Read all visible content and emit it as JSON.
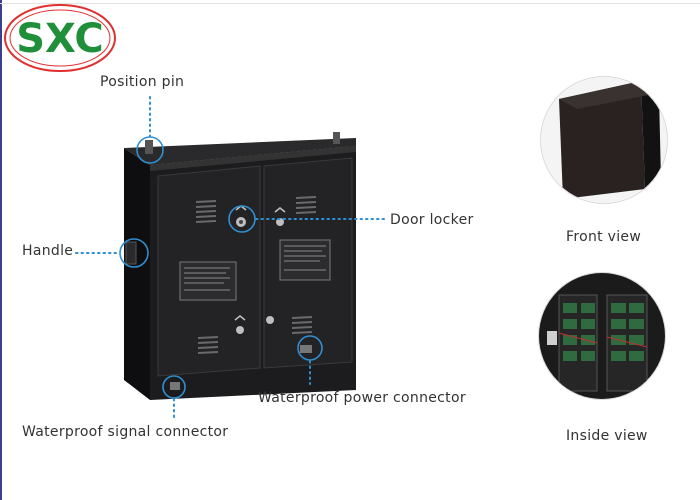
{
  "logo": {
    "text": "SXC",
    "colors": {
      "ring": "#e03030",
      "text": "#1f8f3a"
    }
  },
  "labels": {
    "position_pin": "Position pin",
    "handle": "Handle",
    "door_locker": "Door locker",
    "waterproof_power_connector": "Waterproof power connector",
    "waterproof_signal_connector": "Waterproof signal connector",
    "front_view": "Front view",
    "inside_view": "Inside view"
  },
  "colors": {
    "callout": "#2f8fd0",
    "cabinet": "#1a1a1c",
    "label_text": "#333333"
  },
  "icons": [
    "shield-icon"
  ]
}
